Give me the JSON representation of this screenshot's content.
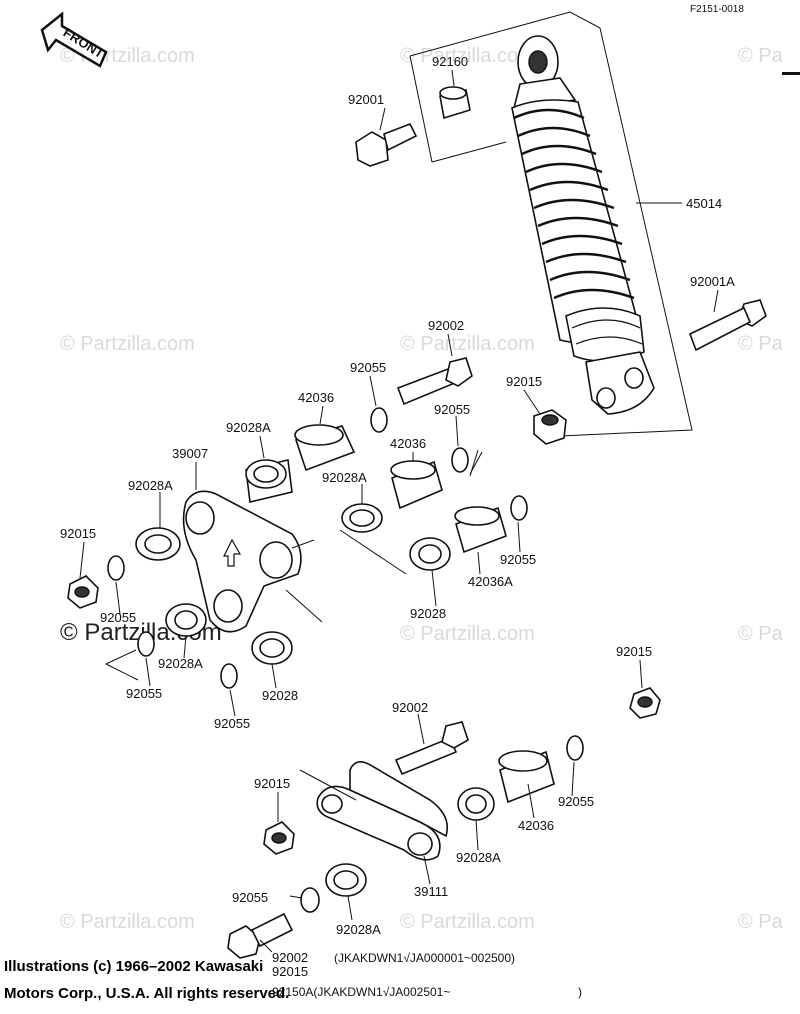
{
  "diagram_ref": "F2151-0018",
  "front_arrow_label": "FRONT",
  "watermark_text": "© Partzilla.com",
  "watermark_short": "© Pa",
  "labels": {
    "p92160": "92160",
    "p92001": "92001",
    "p45014": "45014",
    "p92001A": "92001A",
    "p92002_top": "92002",
    "p92055_a": "92055",
    "p42036_a": "42036",
    "p92015_shock": "92015",
    "p92028A_a": "92028A",
    "p92055_b": "92055",
    "p42036_b": "42036",
    "p39007": "39007",
    "p92028A_b": "92028A",
    "p92028A_c": "92028A",
    "p92015_left": "92015",
    "p92055_c": "92055",
    "p92028_a": "92028",
    "p42036A": "42036A",
    "p92055_d": "92055",
    "p92028A_d": "92028A",
    "p92055_e": "92055",
    "p92028_b": "92028",
    "p92055_f": "92055",
    "p92015_right": "92015",
    "p92002_mid": "92002",
    "p92015_low": "92015",
    "p92055_g": "92055",
    "p42036_c": "42036",
    "p92028A_e": "92028A",
    "p39111": "39111",
    "p92055_h": "92055",
    "p92028A_f": "92028A",
    "p92002_bottom": "92002",
    "p92015_bottom": "92015"
  },
  "notes": {
    "note1": "(JKAKDWN1√JA000001~002500)",
    "note2": "92150A(JKAKDWN1√JA002501~"
  },
  "copyright": {
    "line1": "Illustrations (c) 1966–2002 Kawasaki",
    "line2": "Motors Corp., U.S.A.  All rights reserved."
  }
}
